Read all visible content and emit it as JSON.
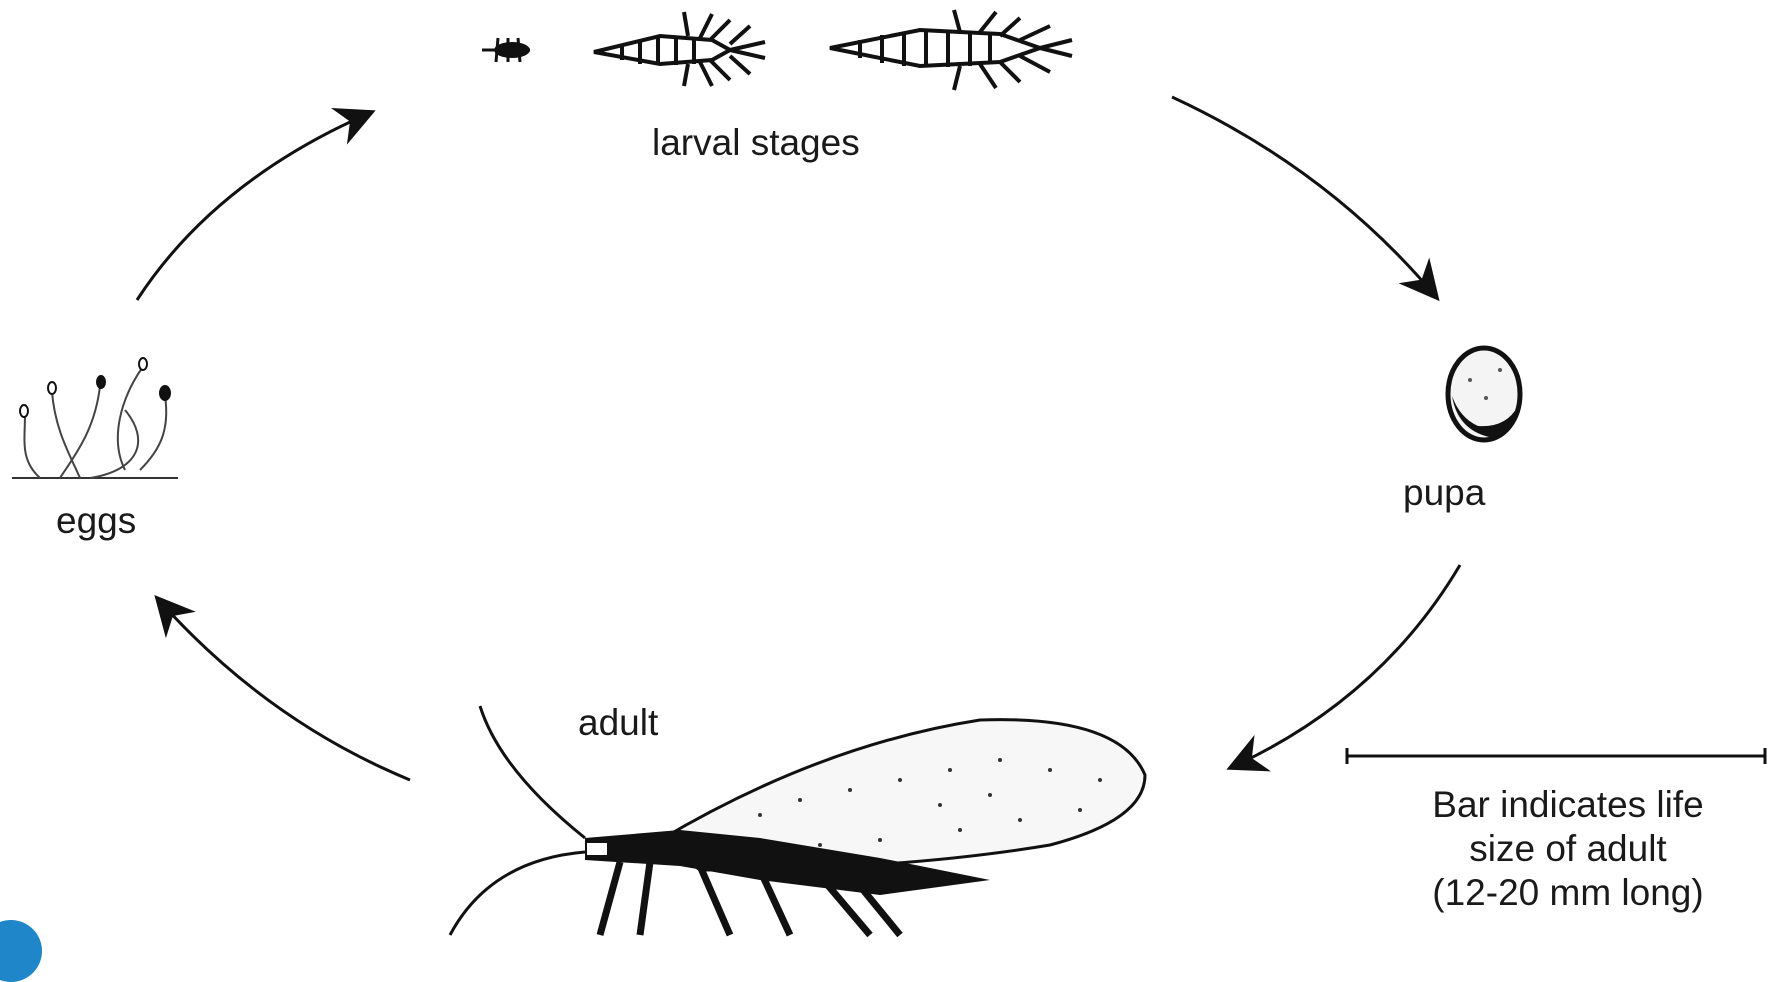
{
  "labels": {
    "larval": "larval stages",
    "pupa": "pupa",
    "eggs": "eggs",
    "adult": "adult"
  },
  "scale_note": {
    "line1": "Bar indicates life",
    "line2": "size of adult",
    "line3": "(12-20 mm long)"
  },
  "colors": {
    "ink": "#111111",
    "background": "#ffffff",
    "corner_dot": "#1f86c9"
  }
}
